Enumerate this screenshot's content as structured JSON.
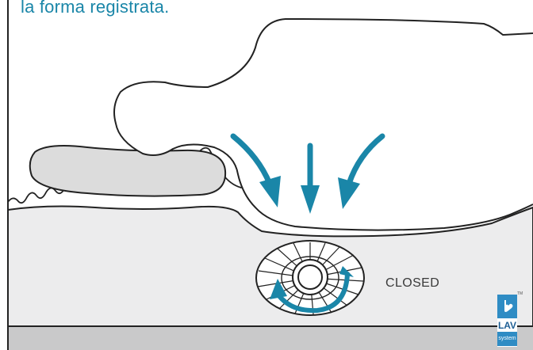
{
  "caption": "la forma registrata.",
  "valve_label": "CLOSED",
  "logo": {
    "brand": "LAV",
    "subtitle": "system",
    "trademark": "TM",
    "heart_icon": "heart-icon"
  },
  "colors": {
    "accent": "#1a86a8",
    "mattress": "#ececed",
    "base_strip": "#c9c9ca",
    "pillow": "#dcdcdc",
    "outline": "#222222",
    "logo_blue": "#2f8cc4"
  }
}
